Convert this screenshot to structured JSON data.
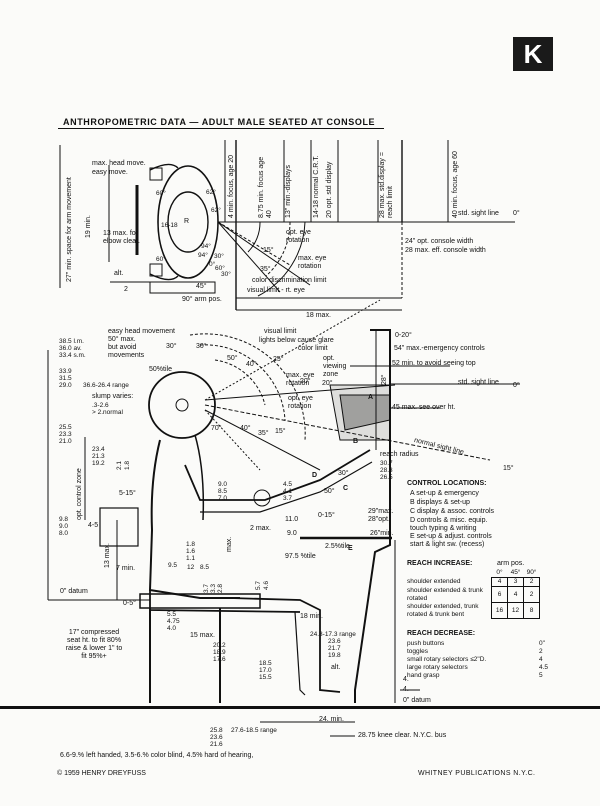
{
  "badge": "K",
  "title": "ANTHROPOMETRIC DATA — ADULT MALE SEATED AT CONSOLE",
  "plan": {
    "arm_space": "27\" min. space for arm movement",
    "nineteen_min": "19 min.",
    "max_head_move": "max. head move.",
    "easy_move": "easy move.",
    "elbow_clear": "13 max. for elbow clear.",
    "alt": "alt.",
    "two": "2",
    "forty_five": "45°",
    "arm_pos": "90° arm pos.",
    "sixteen_eighteen": "16-18",
    "r": "R",
    "angles": [
      "60°",
      "62°",
      "94°",
      "0°",
      "60°",
      "30°",
      "30°",
      "94°",
      "62°",
      "60°"
    ],
    "min_focus_20": "4 min. focus, age 20",
    "min_focus_40": "8.75 min. focus age 40",
    "displays13": "13\" min.-displays",
    "crt": "14-18 normal C.R.T.",
    "std_display_20": "20 opt. std display",
    "std_display_28": "28 max. std.display = reach limit",
    "min_focus_60": "40 min. focus, age 60",
    "std_sight_line": "std. sight line",
    "zero": "0°",
    "opt_eye_rot": "opt. eye rotation",
    "fifteen": "15°",
    "max_eye_rot": "max. eye rotation",
    "thirty_five": "35°",
    "color_limit": "color discrimination limit",
    "visual_limit_rt": "visual limit - rt. eye",
    "console_width_opt": "24\" opt. console width",
    "console_width_max": "28  max. eff. console width",
    "eighteen_max": "18 max."
  },
  "side": {
    "head_ranges": [
      "38.5 l.m.",
      "36.0  av.",
      "33.4 s.m."
    ],
    "eye_ranges": [
      "33.9",
      "31.5",
      "29.0"
    ],
    "range_366": "36.6-26.4 range",
    "slump": "slump varies:",
    "slump_a": ".3-2.6",
    "slump_b": "> 2.normal",
    "shoulder_ranges": [
      "25.5",
      "23.3",
      "21.0"
    ],
    "elbow_ranges": [
      "23.4",
      "21.3",
      "19.2"
    ],
    "two_one": "2.1",
    "one_eight": "1.8",
    "opt_control_zone": "opt. control zone",
    "rest_ranges": [
      "9.8",
      "9.0",
      "8.0"
    ],
    "four_five": "4-5",
    "five_fifteen": "5-15°",
    "thirteen_max": "13 max.",
    "seven_min": "7 min.",
    "zero_datum": "0\" datum",
    "zero_five": "0-5°",
    "compressed_seat": "17\" compressed seat ht. to fit 80% raise & lower 1\" to fit 95%+",
    "five_five": [
      "5.5",
      "4.75",
      "4.0"
    ],
    "fifteen_max": "15 max.",
    "thigh": [
      "20.2",
      "18.9",
      "17.6"
    ],
    "knee": [
      "18.5",
      "17.0",
      "15.5"
    ],
    "foot": [
      "25.8",
      "23.6",
      "21.6"
    ],
    "calf_range": "27.6-18.5 range",
    "eighteen_min": "18 min.",
    "range_248": "24.8-17.3 range",
    "range_248_vals": [
      "23.6",
      "21.7",
      "19.8"
    ],
    "alt": "alt.",
    "four": "4.",
    "four_b": "4.",
    "zero_datum_r": "0\" datum",
    "twenty_four_min": "24. min.",
    "knee_clear": "28.75 knee clear. N.Y.C. bus",
    "seat_values": [
      "1.8",
      "1.6",
      "1.1"
    ],
    "nine_five": "9.5",
    "twelve": "12",
    "eight_five": "8.5",
    "three_seven": [
      "3.7",
      "3.3",
      "2.8"
    ],
    "five_seven": [
      "5.7",
      "4.6"
    ],
    "max_v": "max.",
    "forearm": [
      "9.0",
      "8.5",
      "7.0"
    ],
    "wrist": [
      "4.5",
      "4.1",
      "3.7"
    ],
    "two_max": "2 max.",
    "nine_zero": "9.0",
    "eleven": "11.0",
    "zero_fifteen": "0-15°",
    "opt_28": "29\"max. 28\"opt.",
    "min_26": "26\"min.",
    "percentile": "97.5 %tile",
    "percentile_50": "50%tile",
    "pct_2_5": "2.5%tile",
    "reach_radius": "reach radius",
    "reach_vals": [
      "30.7",
      "28.3",
      "26.5"
    ],
    "easy_head": "easy head movement",
    "deg50max": "50° max.",
    "avoid": "but avoid",
    "movements": "movements",
    "visual_limit": "visual limit",
    "glare": "lights below cause glare",
    "color_limit": "color limit",
    "opt_view": "opt. viewing zone",
    "max_eye_rot": "max. eye rotation",
    "opt_eye_rot": "opt. eye rotation",
    "deg_0_20": "0-20°",
    "max_emergency": "54\" max.-emergency controls",
    "min_avoid_top": "52 min. to avoid seeing top",
    "std_sight": "std. sight line",
    "max_see_over": "45 max. see over ht.",
    "normal_sight": "normal sight line",
    "fifteen_deg": "15°",
    "zero_deg": "0°",
    "angles": [
      "30°",
      "30°",
      "50°",
      "40°",
      "25°",
      "70°",
      "20°",
      "35°",
      "15°",
      "40°",
      "20°",
      "28°"
    ],
    "zone_labels": [
      "A",
      "B",
      "C",
      "D",
      "E",
      "30°",
      "50°"
    ]
  },
  "controls": {
    "title": "CONTROL LOCATIONS:",
    "items": [
      "A  set-up & emergency",
      "B  displays & set-up",
      "C  display & assoc. controls",
      "D  controls & misc. equip.",
      "     touch typing & writing",
      "E  set-up & adjust. controls",
      "     start & light sw. (recess)"
    ]
  },
  "reach_increase": {
    "title": "REACH INCREASE:",
    "col_head": "arm pos.",
    "cols": [
      "0°",
      "45°",
      "90°"
    ],
    "rows": [
      {
        "label": "shoulder extended",
        "vals": [
          "4",
          "3",
          "2"
        ]
      },
      {
        "label": "shoulder extended & trunk rotated",
        "vals": [
          "6",
          "4",
          "2"
        ]
      },
      {
        "label": "shoulder extended, trunk rotated & trunk bent",
        "vals": [
          "16",
          "12",
          "8"
        ]
      }
    ]
  },
  "reach_decrease": {
    "title": "REACH DECREASE:",
    "rows": [
      {
        "label": "push buttons",
        "val": "0\""
      },
      {
        "label": "toggles",
        "val": "2"
      },
      {
        "label": "small rotary selectors  ≤2\"D.",
        "val": "4"
      },
      {
        "label": "large rotary selectors",
        "val": "4.5"
      },
      {
        "label": "hand grasp",
        "val": "5"
      }
    ]
  },
  "footer": {
    "stats": "6.6-9.% left handed,   3.5-6.% color blind,   4.5% hard of hearing,",
    "copyright": "© 1959 HENRY DREYFUSS",
    "publisher": "WHITNEY PUBLICATIONS  N.Y.C."
  }
}
